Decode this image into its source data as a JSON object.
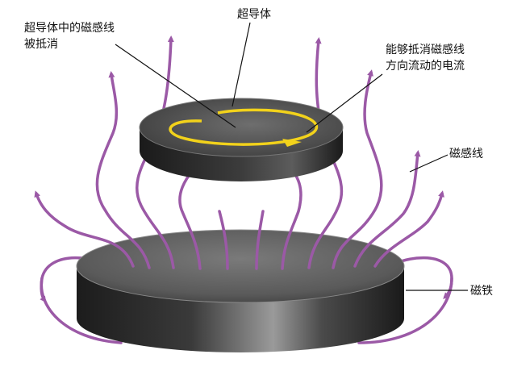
{
  "labels": {
    "superconductor": "超导体",
    "cancel_field_line1": "超导体中的磁感线",
    "cancel_field_line2": "被抵消",
    "current_line1": "能够抵消磁感线",
    "current_line2": "方向流动的电流",
    "field_lines": "磁感线",
    "magnet": "磁铁"
  },
  "colors": {
    "field_line": "#9b59a6",
    "current_arrow": "#f2d21b",
    "disc_dark": "#2b2b2b",
    "disc_top": "#6a6a6a"
  }
}
